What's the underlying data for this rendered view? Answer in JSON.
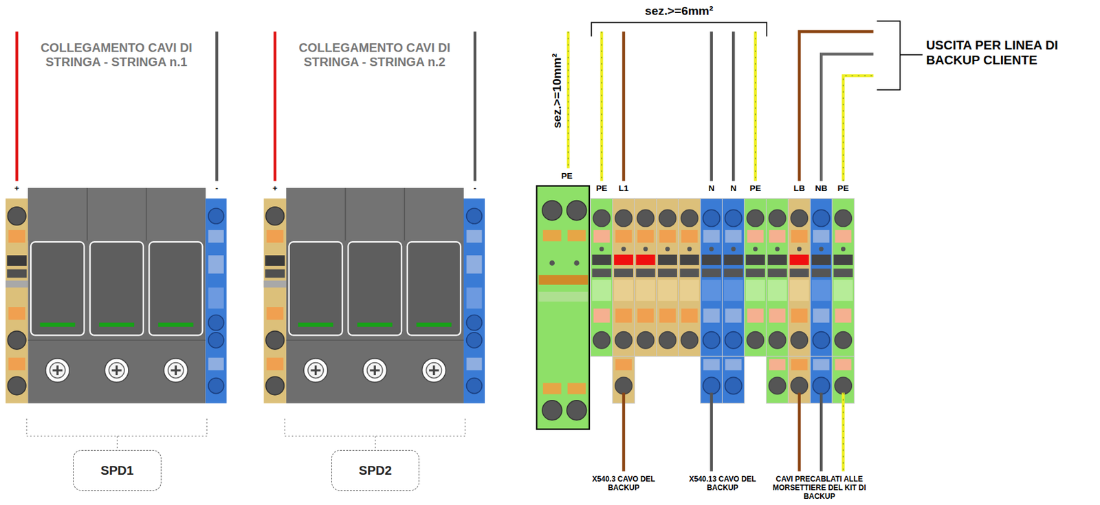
{
  "diagram": {
    "nodes": [
      {
        "text": [
          "SPD1"
        ]
      },
      {
        "text": [
          "SPD2"
        ]
      }
    ],
    "edges": [],
    "labels": [
      "COLLEGAMENTO CAVI DI STRINGA - STRINGA n.1",
      "+",
      "-",
      "COLLEGAMENTO CAVI DI STRINGA - STRINGA n.2",
      "+",
      "-",
      "sez.>=10mm²",
      "sez.>=6mm²",
      "PE",
      "PE",
      "L1",
      "N",
      "N",
      "PE",
      "LB",
      "NB",
      "PE",
      "USCITA PER LINEA DI BACKUP CLIENTE",
      "X540.3 CAVO DEL BACKUP",
      "X540.13 CAVO DEL BACKUP",
      "CAVI PRECABLATI ALLE MORSETTIERE DEL KIT DI BACKUP"
    ]
  }
}
